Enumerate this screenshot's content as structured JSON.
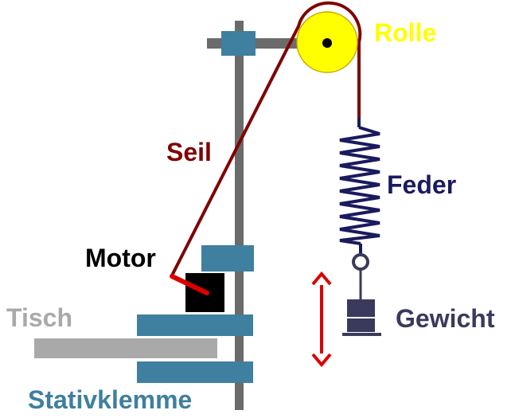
{
  "labels": {
    "rolle": "Rolle",
    "seil": "Seil",
    "feder": "Feder",
    "motor": "Motor",
    "tisch": "Tisch",
    "gewicht": "Gewicht",
    "stativklemme": "Stativklemme"
  },
  "colors": {
    "background": "#ffffff",
    "rod": "#6b6b6b",
    "clamp": "#3f7f9f",
    "pulley": "#ffff00",
    "pulley_stroke": "#c8a800",
    "rope": "#800000",
    "spring": "#1a1a5e",
    "motor": "#000000",
    "motor_arm": "#dd0000",
    "table": "#a9a9a9",
    "weight": "#3a3a5c",
    "arrow": "#dd0000",
    "label_rolle": "#ffff00",
    "label_seil": "#800000",
    "label_feder": "#1a1a5e",
    "label_motor": "#000000",
    "label_tisch": "#a9a9a9",
    "label_gewicht": "#3a3a5c",
    "label_stativklemme": "#3f7f9f"
  }
}
